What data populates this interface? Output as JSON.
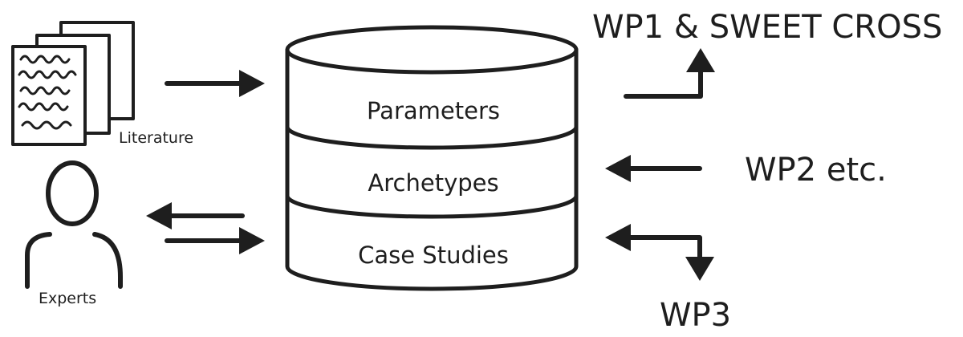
{
  "sources": {
    "literature_label": "Literature",
    "experts_label": "Experts"
  },
  "database": {
    "layers": [
      "Parameters",
      "Archetypes",
      "Case Studies"
    ]
  },
  "outputs": {
    "wp1_label": "WP1 & SWEET CROSS",
    "wp2_label": "WP2 etc.",
    "wp3_label": "WP3"
  },
  "colors": {
    "ink": "#1e1e1e",
    "background": "#ffffff"
  }
}
